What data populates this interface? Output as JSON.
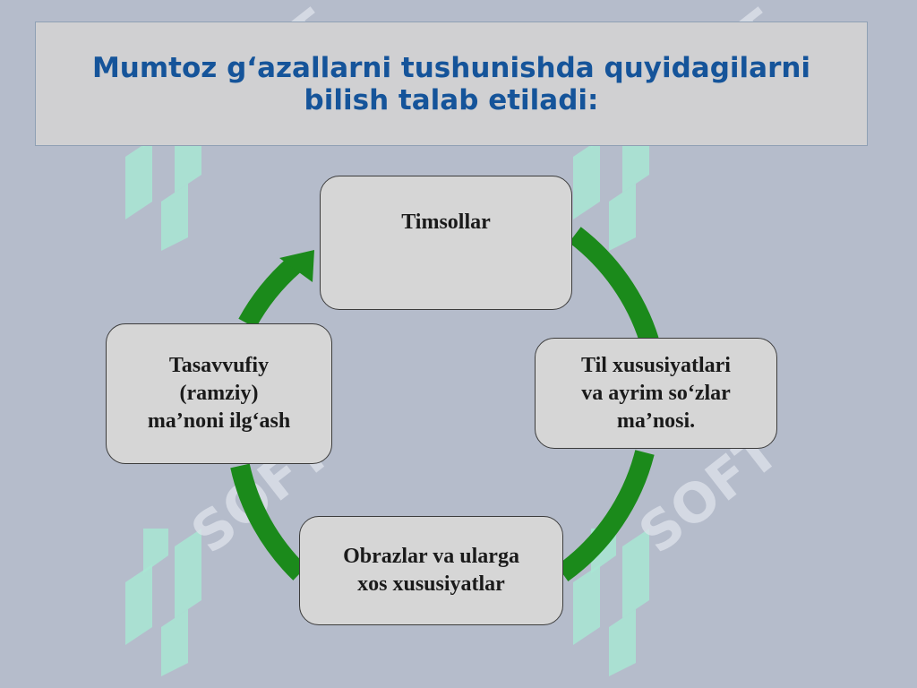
{
  "title": {
    "line1": "Mumtoz g‘azallarni tushunishda quyidagilarni",
    "line2": "bilish talab etiladi:"
  },
  "cycle": {
    "nodes": [
      {
        "id": "timsollar",
        "lines": [
          "Timsollar"
        ]
      },
      {
        "id": "til",
        "lines": [
          "Til xususiyatlari",
          "va ayrim so‘zlar",
          "ma’nosi."
        ]
      },
      {
        "id": "obrazlar",
        "lines": [
          "Obrazlar va ularga",
          "xos xususiyatlar"
        ]
      },
      {
        "id": "tasavvufiy",
        "lines": [
          "Tasavvufiy",
          "(ramziy)",
          "ma’noni ilg‘ash"
        ]
      }
    ],
    "arrow_color": "#1b8a1b"
  },
  "watermark": {
    "text": "SOFT",
    "mark_color": "#a8e6d4"
  },
  "colors": {
    "background": "#b5bccb",
    "title_text": "#15549a",
    "node_fill": "#d6d6d6"
  }
}
